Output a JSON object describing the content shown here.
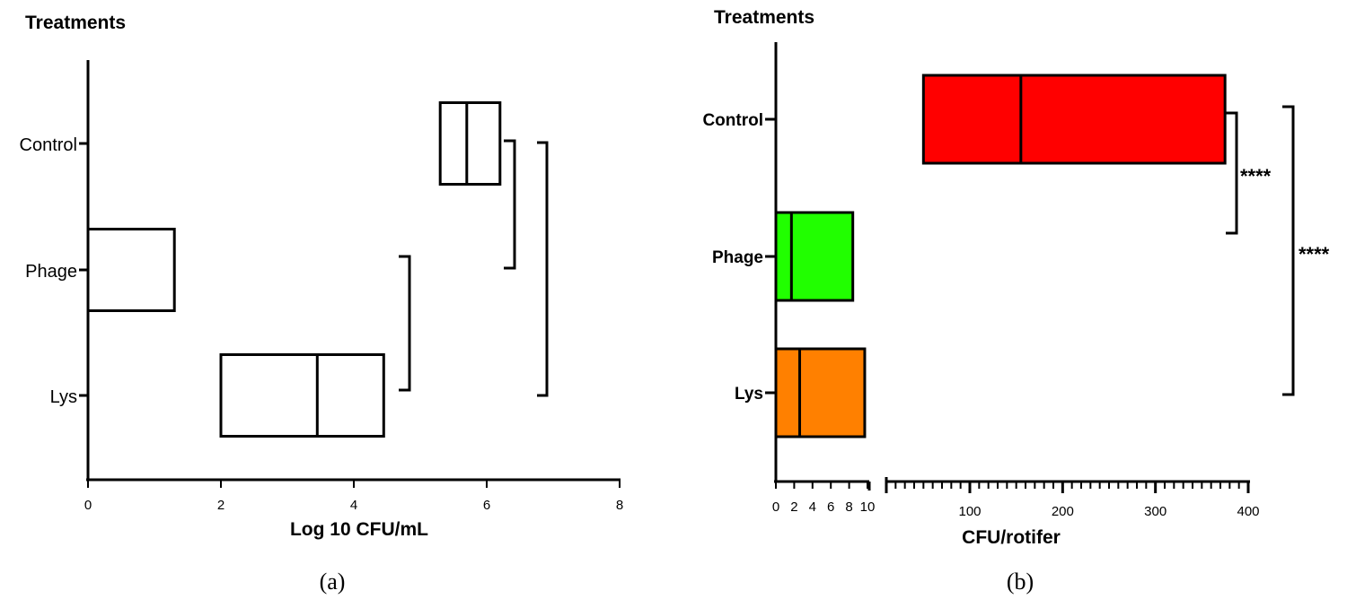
{
  "chart_data": [
    {
      "type": "box",
      "caption": "(a)",
      "title": "Treatments",
      "xlabel": "Log 10 CFU/mL",
      "categories": [
        "Control",
        "Phage",
        "Lys"
      ],
      "xlim": [
        0,
        8
      ],
      "xticks": [
        "0",
        "2",
        "4",
        "6",
        "8"
      ],
      "boxes": [
        {
          "category": "Control",
          "min": 5.3,
          "median": 5.7,
          "max": 6.2,
          "fill": "#ffffff"
        },
        {
          "category": "Phage",
          "min": 0,
          "median": 0,
          "max": 1.3,
          "fill": "#ffffff"
        },
        {
          "category": "Lys",
          "min": 2.0,
          "median": 3.45,
          "max": 4.45,
          "fill": "#ffffff"
        }
      ],
      "comparisons": [
        {
          "from": "Phage",
          "to": "Lys",
          "label": ""
        },
        {
          "from": "Control",
          "to": "Phage",
          "label": ""
        },
        {
          "from": "Control",
          "to": "Lys",
          "label": ""
        }
      ]
    },
    {
      "type": "box",
      "caption": "(b)",
      "title": "Treatments",
      "xlabel": "CFU/rotifer",
      "categories": [
        "Control",
        "Phage",
        "Lys"
      ],
      "axis_break": true,
      "xlim_segment1": [
        0,
        10
      ],
      "xlim_segment2": [
        10,
        400
      ],
      "xticks_segment1": [
        "0",
        "2",
        "4",
        "6",
        "8",
        "10"
      ],
      "xticks_segment2": [
        "100",
        "200",
        "300",
        "400"
      ],
      "boxes": [
        {
          "category": "Control",
          "min": 50,
          "median": 155,
          "max": 375,
          "fill": "#ff0000"
        },
        {
          "category": "Phage",
          "min": 0,
          "median": 1.7,
          "max": 8.4,
          "fill": "#21ff00"
        },
        {
          "category": "Lys",
          "min": 0,
          "median": 2.6,
          "max": 9.7,
          "fill": "#ff8000"
        }
      ],
      "comparisons": [
        {
          "from": "Control",
          "to": "Phage",
          "label": "****"
        },
        {
          "from": "Control",
          "to": "Lys",
          "label": "****"
        }
      ]
    }
  ]
}
